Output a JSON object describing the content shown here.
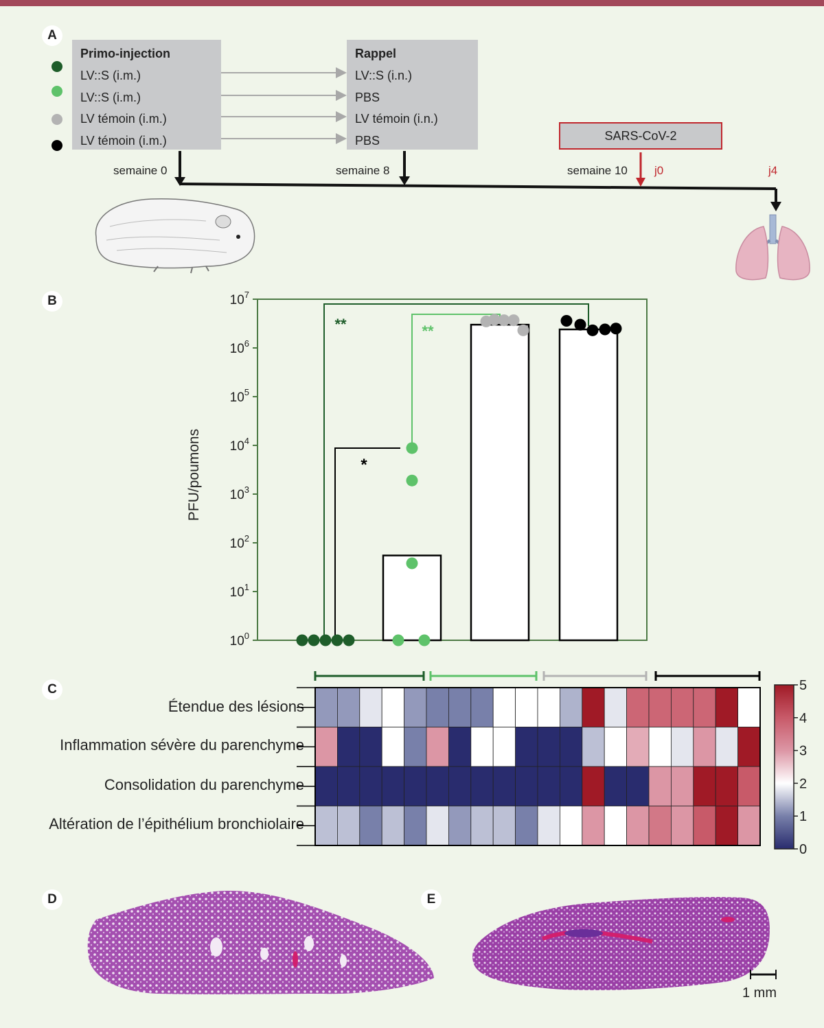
{
  "panels": {
    "a": "A",
    "b": "B",
    "c": "C",
    "d": "D",
    "e": "E"
  },
  "colors": {
    "dark_green": "#1e5d2a",
    "light_green": "#5ec26a",
    "grey": "#b3b3b3",
    "black": "#000000",
    "accent_red": "#c0272d"
  },
  "primo": {
    "title": "Primo-injection",
    "rows": [
      "LV::S (i.m.)",
      "LV::S (i.m.)",
      "LV témoin (i.m.)",
      "LV témoin (i.m.)"
    ]
  },
  "rappel": {
    "title": "Rappel",
    "rows": [
      "LV::S (i.n.)",
      "PBS",
      "LV témoin (i.n.)",
      "PBS"
    ]
  },
  "challenge": {
    "label": "SARS-CoV-2"
  },
  "timeline": {
    "week0": "semaine 0",
    "week8": "semaine 8",
    "week10": "semaine 10",
    "day0": "j0",
    "day4": "j4"
  },
  "chart_data": {
    "type": "bar",
    "ylabel": "PFU/poumons",
    "yscale": "log",
    "ylim": [
      1,
      10000000
    ],
    "ticks": [
      {
        "base": "10",
        "exp": "0"
      },
      {
        "base": "10",
        "exp": "1"
      },
      {
        "base": "10",
        "exp": "2"
      },
      {
        "base": "10",
        "exp": "3"
      },
      {
        "base": "10",
        "exp": "4"
      },
      {
        "base": "10",
        "exp": "5"
      },
      {
        "base": "10",
        "exp": "6"
      },
      {
        "base": "10",
        "exp": "7"
      }
    ],
    "bars": [
      {
        "color": "#1e5d2a",
        "value": 1,
        "points": [
          1,
          1,
          1,
          1,
          1
        ]
      },
      {
        "color": "#5ec26a",
        "value": 55,
        "points": [
          1,
          1,
          38,
          1900,
          8800
        ]
      },
      {
        "color": "#b3b3b3",
        "value": 3000000,
        "points": [
          3500000,
          3800000,
          3700000,
          3700000,
          2300000
        ]
      },
      {
        "color": "#000000",
        "value": 2400000,
        "points": [
          3600000,
          3000000,
          2300000,
          2400000,
          2500000
        ]
      }
    ],
    "significance": [
      {
        "label": "**",
        "color": "#1e5d2a"
      },
      {
        "label": "**",
        "color": "#5ec26a"
      },
      {
        "label": "*",
        "color": "#000000"
      }
    ]
  },
  "heatmap": {
    "rows": [
      "Étendue des lésions",
      "Inflammation sévère du parenchyme",
      "Consolidation du parenchyme",
      "Altération de l’épithélium bronchiolaire"
    ],
    "values": [
      [
        1.2,
        1.2,
        1.8,
        2.0,
        1.2,
        1.0,
        1.0,
        1.0,
        2.0,
        2.0,
        2.0,
        1.4,
        5.0,
        1.8,
        3.8,
        3.8,
        3.8,
        3.8,
        5.0,
        2.0
      ],
      [
        3.0,
        0.0,
        0.0,
        2.0,
        1.0,
        3.0,
        0.0,
        2.0,
        2.0,
        0.0,
        0.0,
        0.0,
        1.5,
        2.0,
        2.8,
        2.0,
        1.8,
        3.0,
        1.8,
        5.0
      ],
      [
        0.0,
        0.0,
        0.0,
        0.0,
        0.0,
        0.0,
        0.0,
        0.0,
        0.0,
        0.0,
        0.0,
        0.0,
        5.0,
        0.0,
        0.0,
        3.0,
        3.0,
        5.0,
        5.0,
        4.0
      ],
      [
        1.5,
        1.5,
        1.0,
        1.5,
        1.0,
        1.8,
        1.2,
        1.5,
        1.5,
        1.0,
        1.8,
        2.0,
        3.0,
        2.0,
        3.0,
        3.5,
        3.0,
        4.0,
        5.0,
        3.0
      ]
    ],
    "group_colors": [
      "#1e5d2a",
      "#5ec26a",
      "#b3b3b3",
      "#000000"
    ],
    "scale_labels": [
      "5",
      "4",
      "3",
      "2",
      "1",
      "0"
    ]
  },
  "scalebar": {
    "label": "1 mm"
  }
}
